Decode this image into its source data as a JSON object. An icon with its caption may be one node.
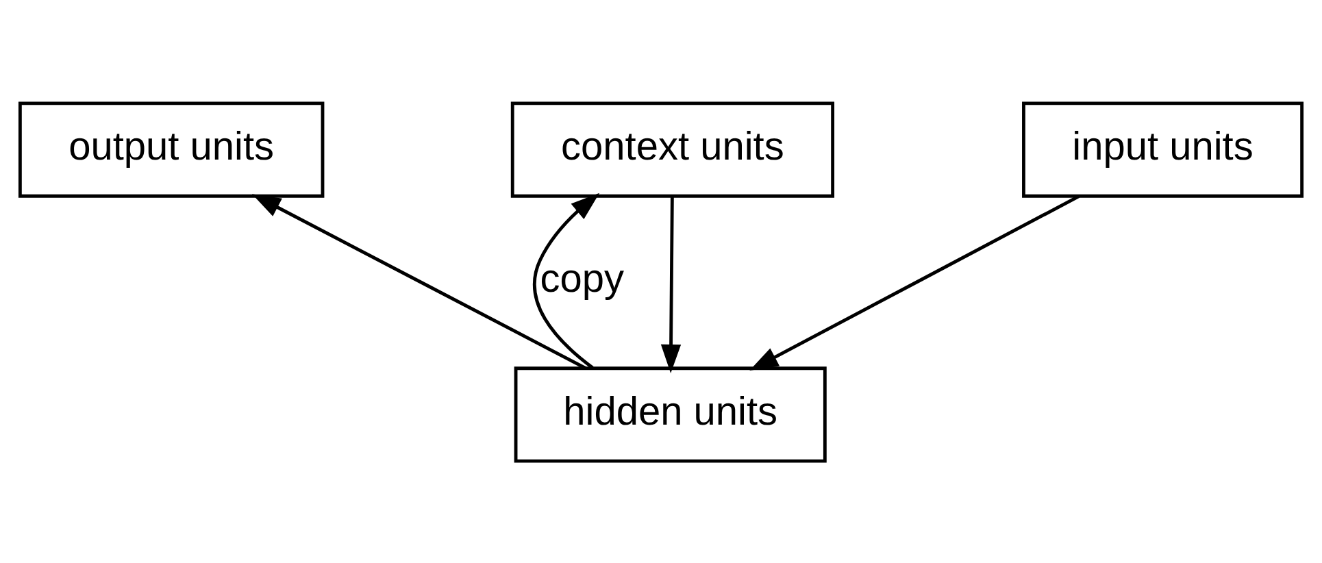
{
  "diagram": {
    "nodes": [
      {
        "text": [
          "output units"
        ]
      },
      {
        "text": [
          "hidden units"
        ]
      },
      {
        "text": [
          "input units"
        ]
      },
      {
        "text": [
          "context units"
        ]
      }
    ],
    "edges": [
      {
        "from": 2,
        "to": 1,
        "arrow": "to"
      },
      {
        "from": 1,
        "to": 0,
        "arrow": "to"
      },
      {
        "from": 1,
        "to": 3,
        "arrow": "to",
        "label": "copy"
      },
      {
        "from": 3,
        "to": 1,
        "arrow": "to"
      }
    ]
  }
}
